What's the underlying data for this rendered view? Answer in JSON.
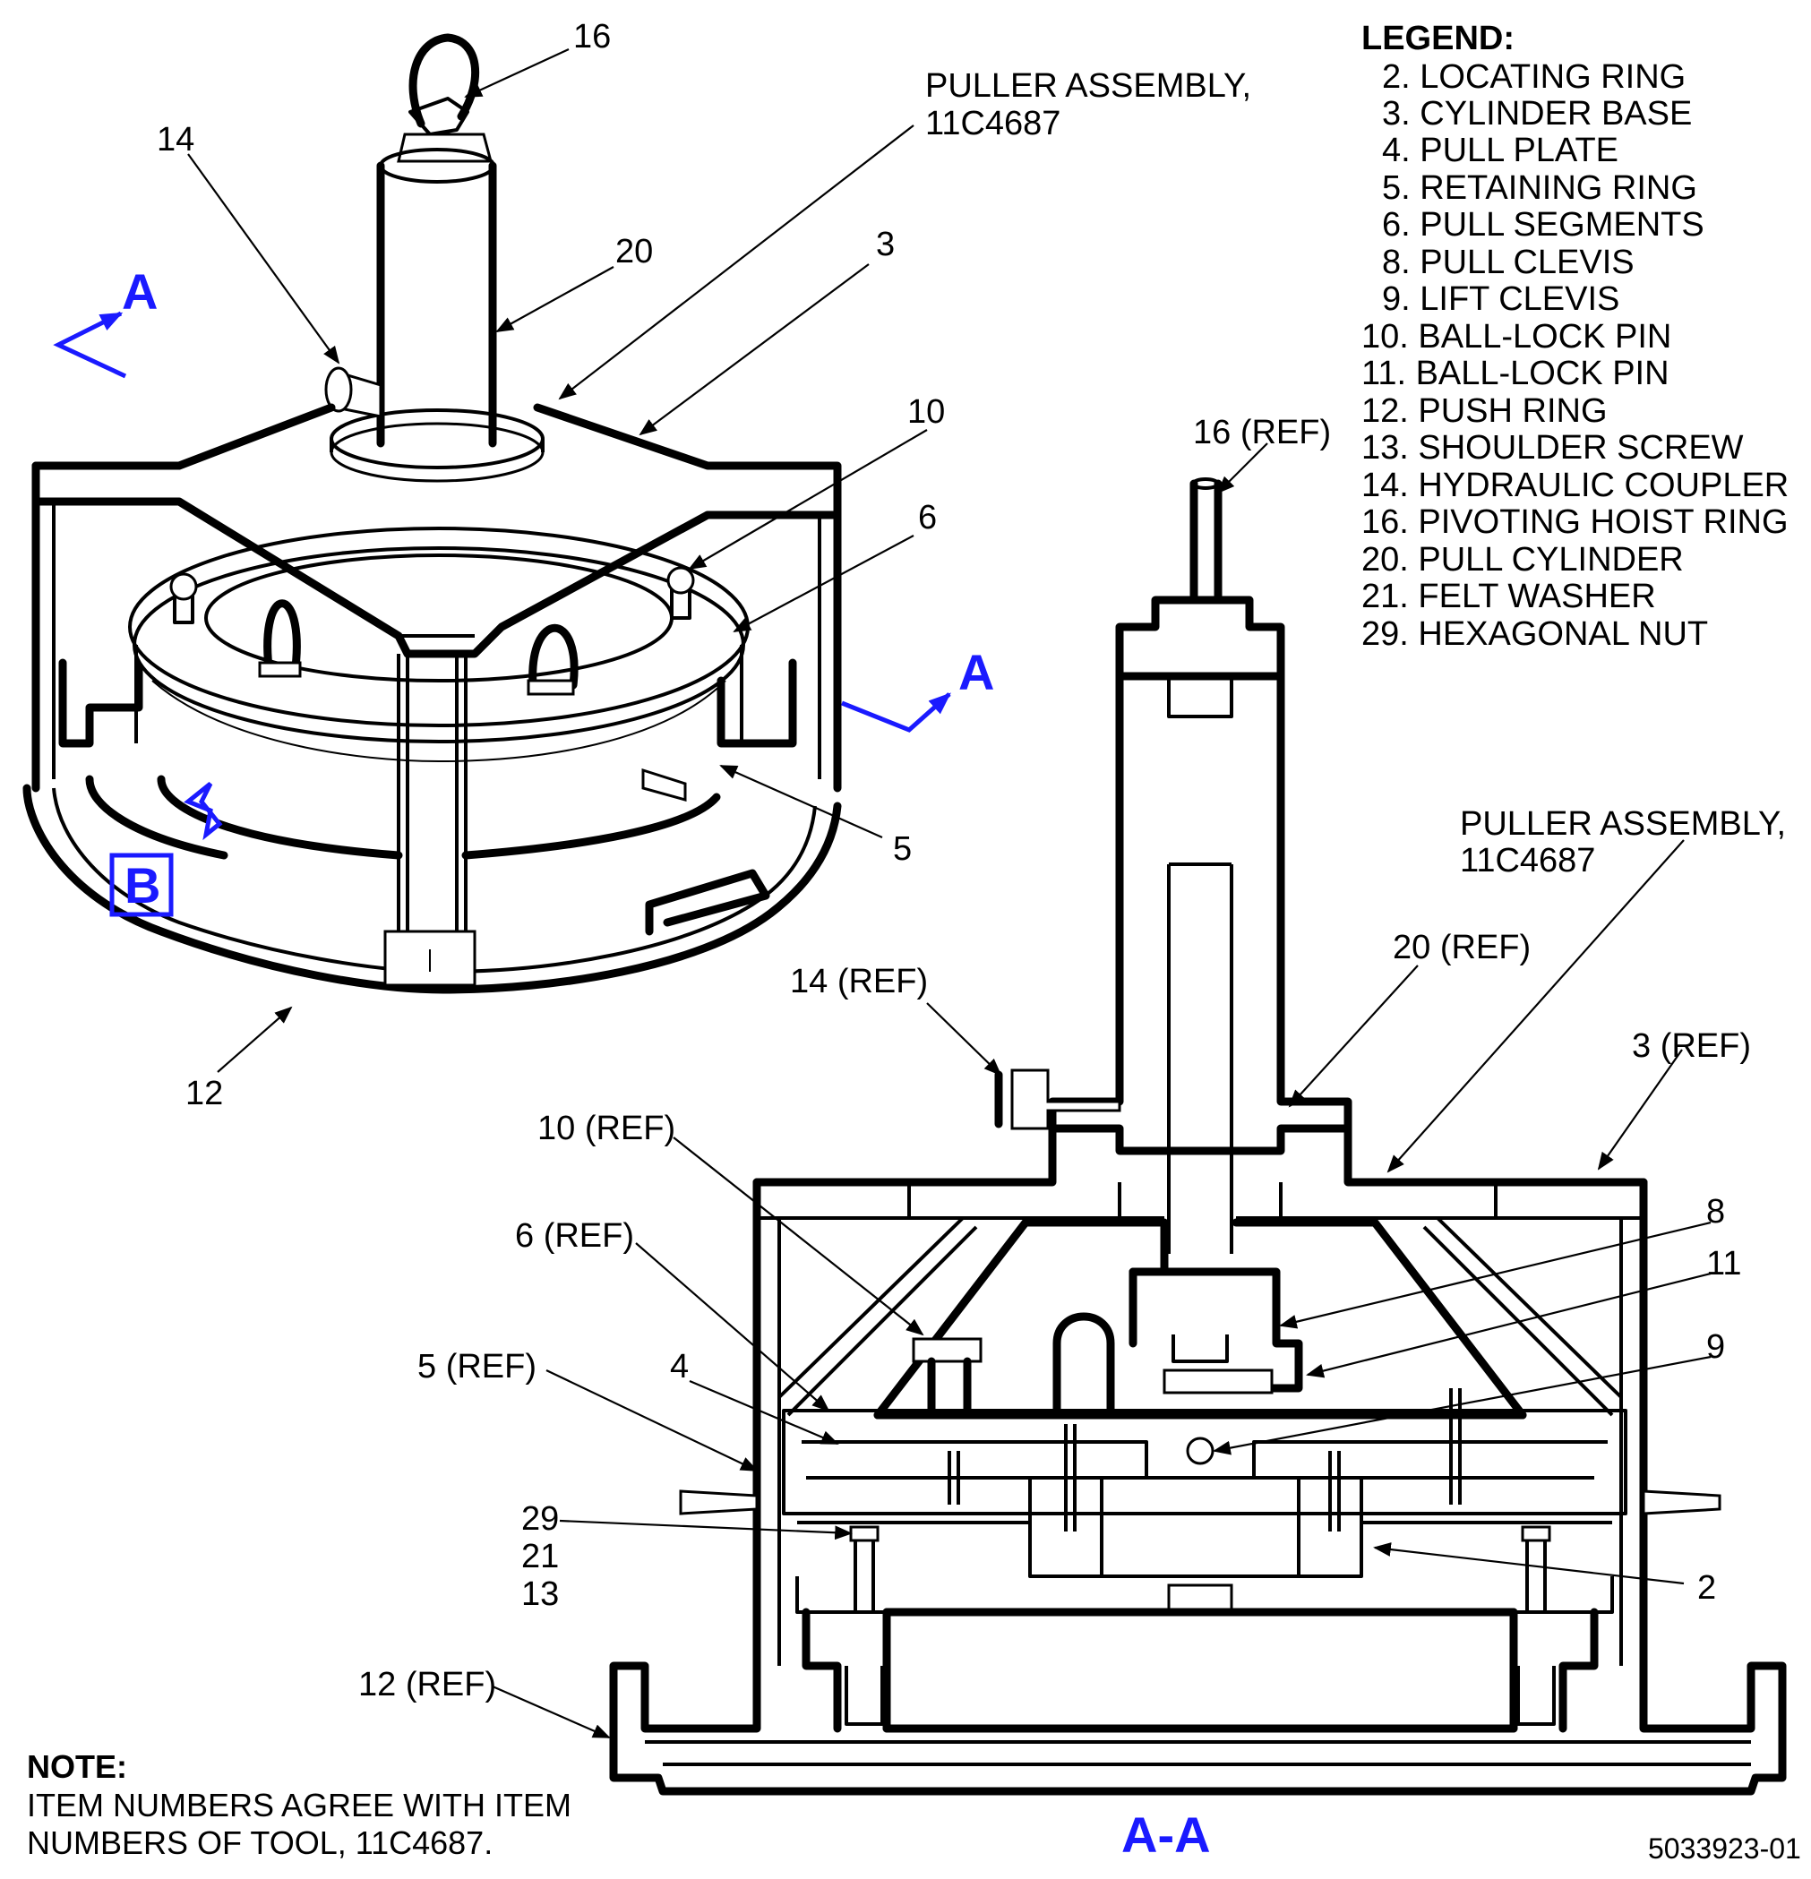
{
  "iso_callouts": {
    "c16": "16",
    "c14": "14",
    "puller_line1": "PULLER ASSEMBLY,",
    "puller_line2": "11C4687",
    "c20": "20",
    "c3": "3",
    "c10": "10",
    "c6": "6",
    "c5": "5",
    "c12": "12"
  },
  "section_callouts": {
    "c16ref": "16 (REF)",
    "puller_line1": "PULLER ASSEMBLY,",
    "puller_line2": "11C4687",
    "c20ref": "20 (REF)",
    "c14ref": "14 (REF)",
    "c3ref": "3 (REF)",
    "c10ref": "10 (REF)",
    "c6ref": "6 (REF)",
    "c5ref": "5 (REF)",
    "c4": "4",
    "c8": "8",
    "c11": "11",
    "c9": "9",
    "c29": "29",
    "c21": "21",
    "c13": "13",
    "c2": "2",
    "c12ref": "12 (REF)"
  },
  "view_marks": {
    "section_arrow_a_top": "A",
    "section_arrow_a_right": "A",
    "detail_b": "B",
    "section_title": "A-A"
  },
  "legend": {
    "title": "LEGEND:",
    "items": [
      "2. LOCATING RING",
      "3. CYLINDER BASE",
      "4. PULL PLATE",
      "5. RETAINING RING",
      "6. PULL SEGMENTS",
      "8. PULL CLEVIS",
      "9. LIFT CLEVIS",
      "10. BALL-LOCK PIN",
      "11. BALL-LOCK PIN",
      "12. PUSH RING",
      "13. SHOULDER SCREW",
      "14. HYDRAULIC COUPLER",
      "16. PIVOTING HOIST RING",
      "20. PULL CYLINDER",
      "21. FELT WASHER",
      "29. HEXAGONAL NUT"
    ]
  },
  "note": {
    "title": "NOTE:",
    "line1": "ITEM NUMBERS AGREE WITH ITEM",
    "line2": "NUMBERS OF TOOL, 11C4687."
  },
  "drawing_number": "5033923-01",
  "colors": {
    "line": "#000000",
    "view_marks": "#1a1aff",
    "background": "#ffffff"
  }
}
